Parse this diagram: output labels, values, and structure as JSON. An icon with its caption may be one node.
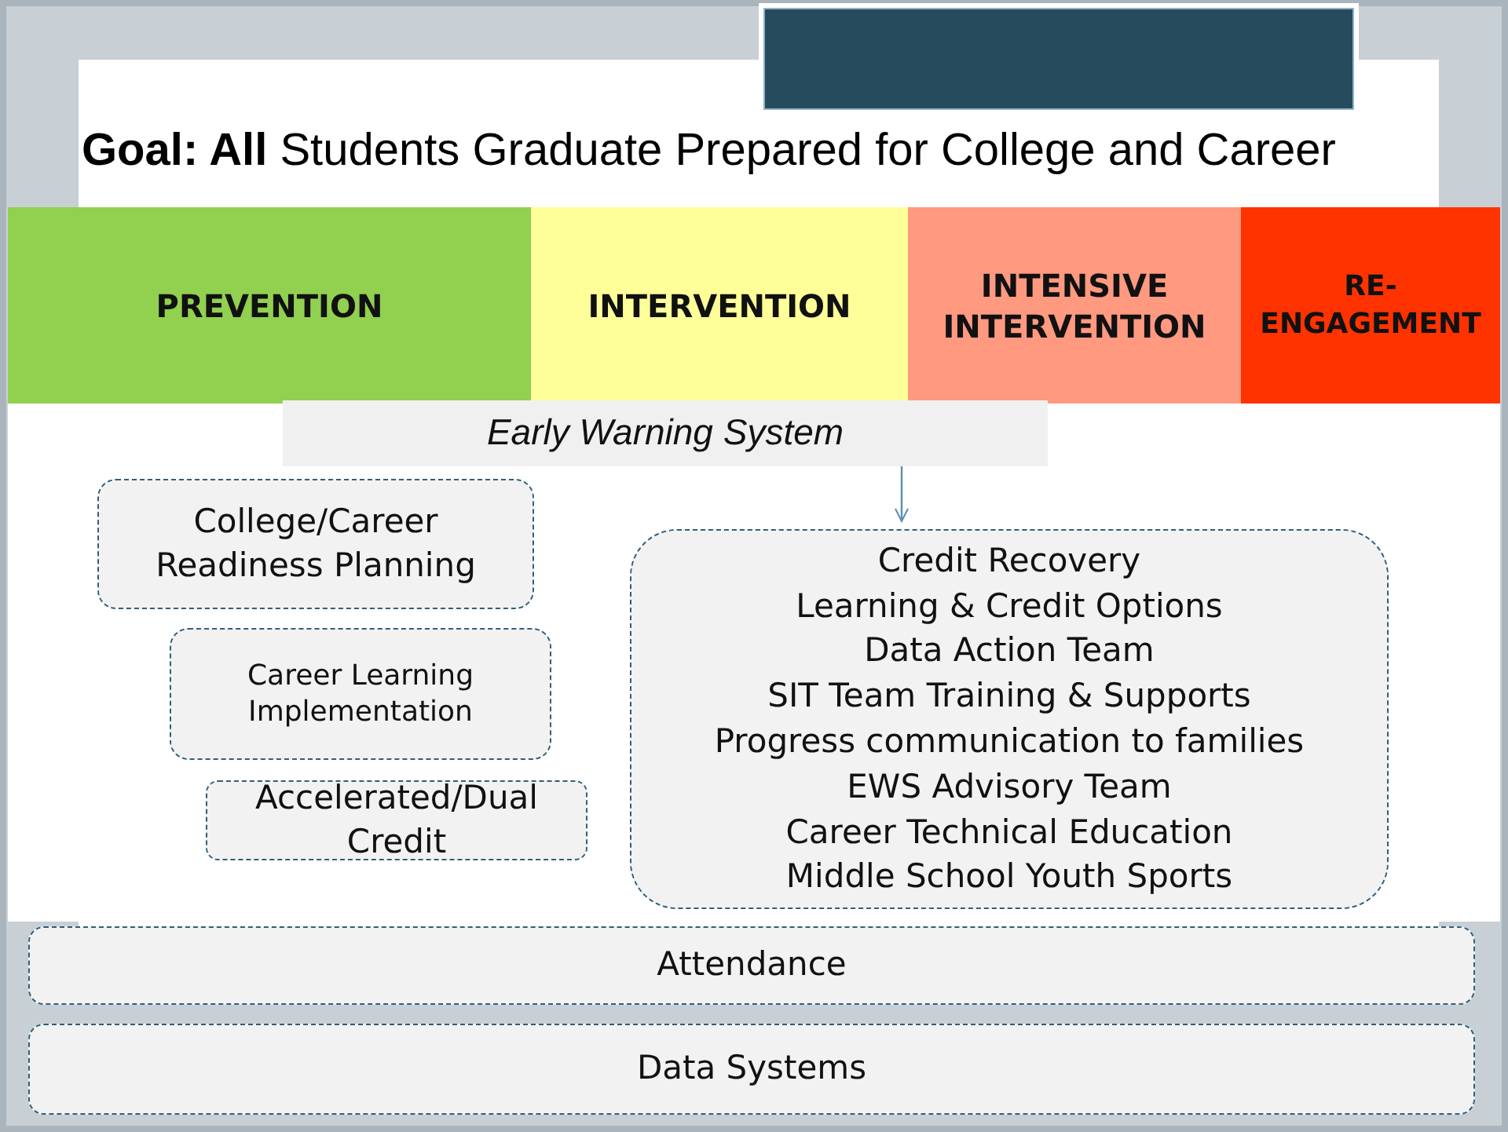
{
  "diagram": {
    "title": "**Goal: All** Students Graduate Prepared for College and Career",
    "nodes": [
      {
        "text": [
          "PREVENTION"
        ]
      },
      {
        "text": [
          "INTERVENTION"
        ]
      },
      {
        "text": [
          "INTENSIVE INTERVENTION"
        ]
      },
      {
        "text": [
          "RE-ENGAGEMENT"
        ]
      },
      {
        "text": [
          "Early Warning System"
        ]
      },
      {
        "text": [
          "College/Career Readiness Planning"
        ]
      },
      {
        "text": [
          "Career Learning Implementation"
        ]
      },
      {
        "text": [
          "Accelerated/Dual Credit"
        ]
      },
      {
        "text": [
          "Credit Recovery",
          "Learning & Credit Options",
          "Data Action Team",
          "SIT Team Training & Supports",
          "Progress communication to families",
          "EWS Advisory Team",
          "Career Technical Education",
          "Middle School Youth Sports"
        ]
      },
      {
        "text": [
          "Attendance"
        ]
      },
      {
        "text": [
          "Data Systems"
        ]
      }
    ],
    "edges": [
      {
        "from": 4,
        "to": 8,
        "arrow": "to"
      }
    ]
  }
}
